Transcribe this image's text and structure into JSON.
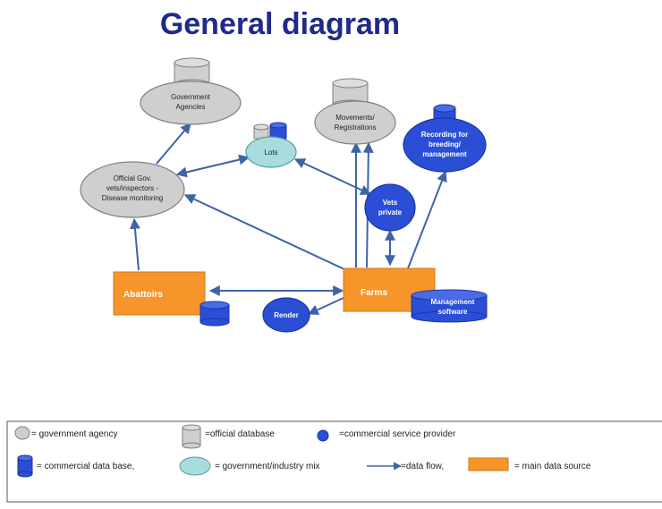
{
  "title": "General diagram",
  "nodes": {
    "government_agencies": [
      "Government",
      "Agencies"
    ],
    "movements_registrations": [
      "Movements/",
      "Registrations"
    ],
    "lots": [
      "Lots"
    ],
    "recording": [
      "Recording for",
      "breeding/",
      "management"
    ],
    "official_gov": [
      "Official Gov.",
      "vets/inspectors -",
      "Disease monitoring"
    ],
    "vets_private": [
      "Vets",
      "private"
    ],
    "abattoirs": "Abattoirs",
    "farms": "Farms",
    "render": "Render",
    "management_software": [
      "Management",
      "software"
    ]
  },
  "legend": {
    "government_agency": "= government agency",
    "official_database": "=official database",
    "commercial_service_provider": "=commercial service provider",
    "commercial_data_base": "= commercial data base,",
    "government_industry_mix": "= government/industry mix",
    "data_flow": "=data flow,",
    "main_data_source": "= main data source"
  },
  "colors": {
    "title": "#1f2a8a",
    "gray_fill": "#cfcfcf",
    "gray_stroke": "#7f7f7f",
    "blue": "#2a4fd6",
    "blue_stroke": "#1c36a0",
    "teal": "#a9dcdf",
    "orange": "#f7952a",
    "arrow": "#3f63a8"
  }
}
